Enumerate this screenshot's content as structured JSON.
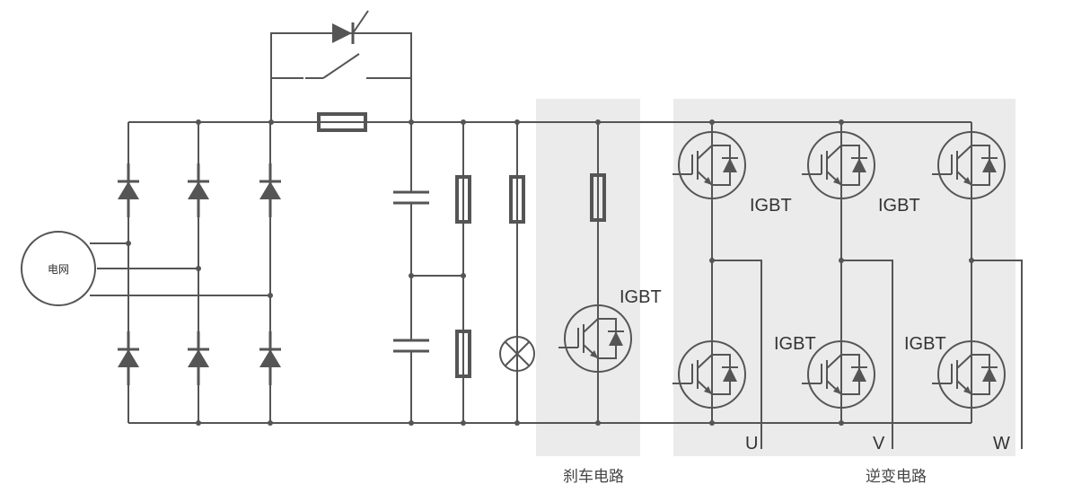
{
  "labels": {
    "grid": "电网",
    "igbt": "IGBT",
    "u": "U",
    "v": "V",
    "w": "W",
    "brake_circuit": "刹车电路",
    "inverter_circuit": "逆变电路"
  },
  "colors": {
    "wire": "#555555",
    "panel": "#ebebeb",
    "text": "#333333"
  }
}
